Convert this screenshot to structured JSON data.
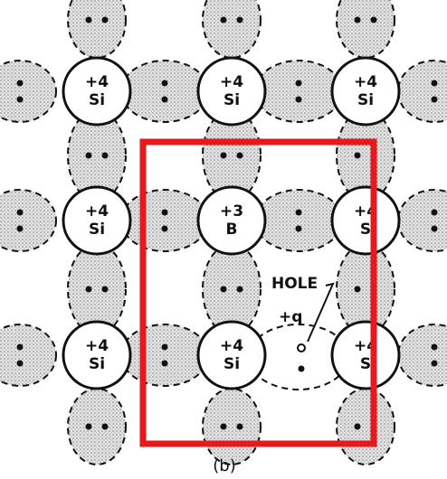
{
  "atoms": [
    {
      "id": "r0c0",
      "line1": "+4",
      "line2": "Si"
    },
    {
      "id": "r0c1",
      "line1": "+4",
      "line2": "Si"
    },
    {
      "id": "r0c2",
      "line1": "+4",
      "line2": "Si"
    },
    {
      "id": "r1c0",
      "line1": "+4",
      "line2": "Si"
    },
    {
      "id": "r1c1",
      "line1": "+3",
      "line2": "B"
    },
    {
      "id": "r1c2",
      "line1": "+4",
      "line2": "S"
    },
    {
      "id": "r2c0",
      "line1": "+4",
      "line2": "Si"
    },
    {
      "id": "r2c1",
      "line1": "+4",
      "line2": "Si"
    },
    {
      "id": "r2c2",
      "line1": "+4",
      "line2": "S"
    }
  ],
  "annotations": {
    "hole_label": "HOLE",
    "charge_label": "+q"
  },
  "caption": "(b)",
  "colors": {
    "highlight": "#e8191c",
    "bond_fill": "#cfcfcf",
    "ink": "#111111"
  }
}
